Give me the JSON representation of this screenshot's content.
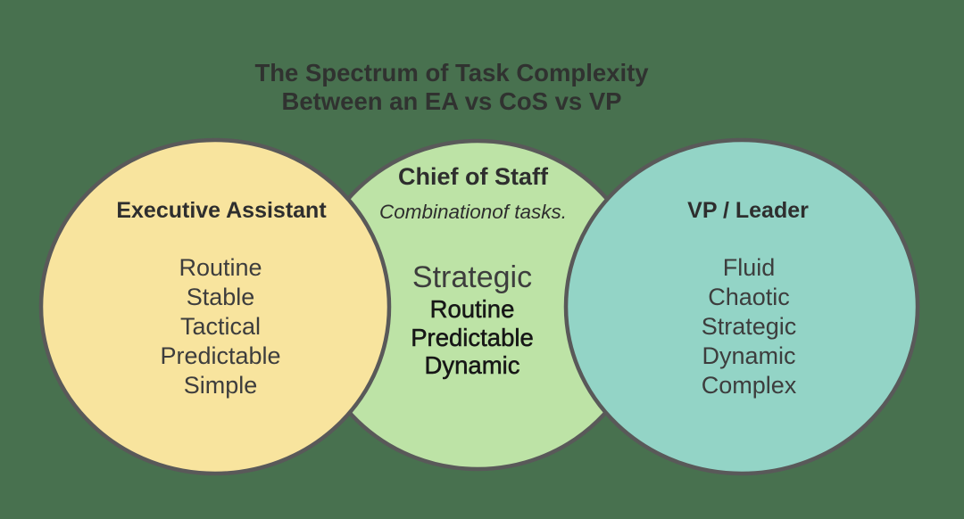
{
  "colors": {
    "background": "#48714F",
    "circle_border": "#595959",
    "ea_fill": "#F8E49E",
    "cos_fill": "#BDE3A6",
    "vp_fill": "#93D4C6",
    "title_text": "#303230",
    "heading_text": "#2E2E2E",
    "list_text": "#3D3D3D",
    "emphasis_text": "#161616"
  },
  "title": {
    "line1": "The Spectrum of Task Complexity",
    "line2": "Between an EA vs CoS vs VP"
  },
  "circles": {
    "ea": {
      "label": "Executive Assistant",
      "traits": [
        "Routine",
        "Stable",
        "Tactical",
        "Predictable",
        "Simple"
      ]
    },
    "cos": {
      "label": "Chief of Staff",
      "subtitle": "Combinationof tasks.",
      "primary_trait": "Strategic",
      "traits": [
        "Routine",
        "Predictable",
        "Dynamic"
      ]
    },
    "vp": {
      "label": "VP / Leader",
      "traits": [
        "Fluid",
        "Chaotic",
        "Strategic",
        "Dynamic",
        "Complex"
      ]
    }
  }
}
